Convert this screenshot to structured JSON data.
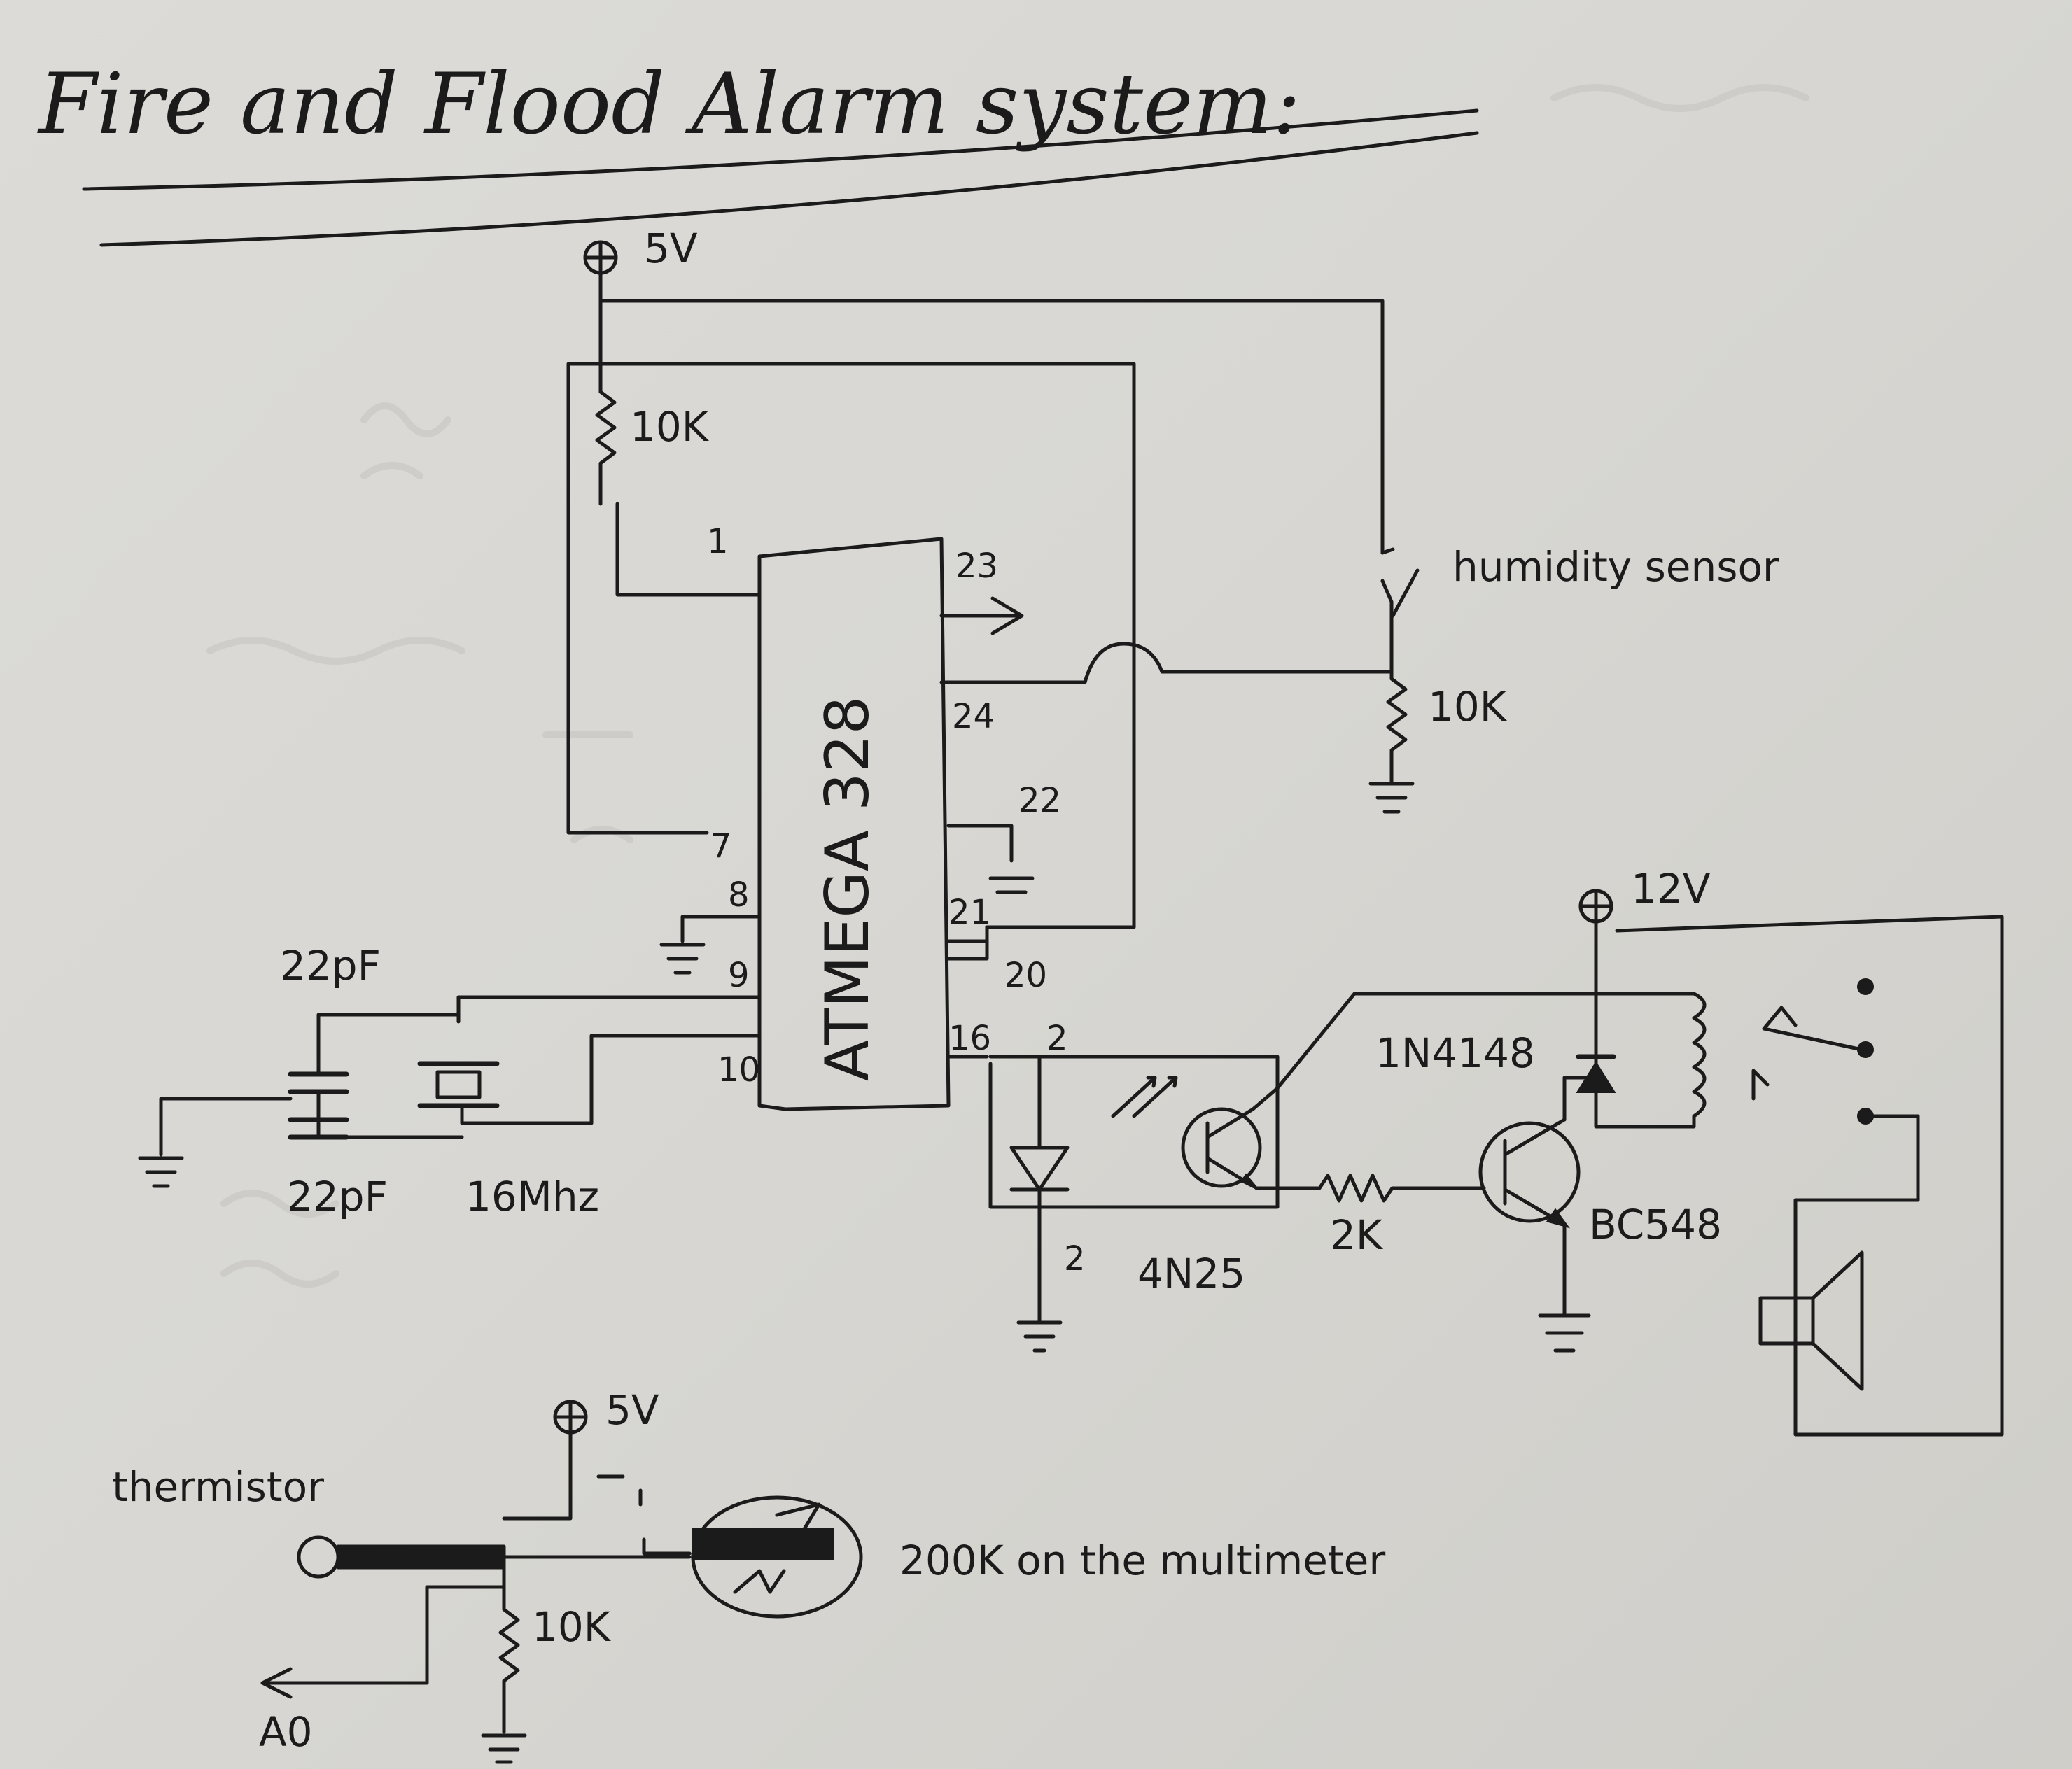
{
  "title": "Fire and Flood Alarm system:",
  "supply": {
    "v5_top": "5V",
    "v12": "12V",
    "v5_bottom": "5V"
  },
  "mcu": {
    "name": "ATMEGA 328",
    "pins": {
      "p1": "1",
      "p23": "23",
      "p24": "24",
      "p22": "22",
      "p7": "7",
      "p8": "8",
      "p9": "9",
      "p21": "21",
      "p20": "20",
      "p10": "10",
      "p16": "16"
    }
  },
  "resistors": {
    "reset_pullup": "10K",
    "sensor_pulldown": "10K",
    "base_resistor": "2K",
    "thermistor_divider": "10K"
  },
  "sensor": {
    "humidity": "humidity sensor"
  },
  "crystal": {
    "cap_top": "22pF",
    "cap_bottom": "22pF",
    "freq": "16Mhz"
  },
  "optocoupler": {
    "name": "4N25",
    "pin_top": "2",
    "pin_bottom": "2"
  },
  "diode": {
    "name": "1N4148"
  },
  "transistor": {
    "name": "BC548"
  },
  "thermistor": {
    "label": "thermistor",
    "reading": "200K on the multimeter",
    "output": "A0"
  },
  "colors": {
    "ink": "#1b1b1b",
    "paper": "#d8d7d3"
  }
}
